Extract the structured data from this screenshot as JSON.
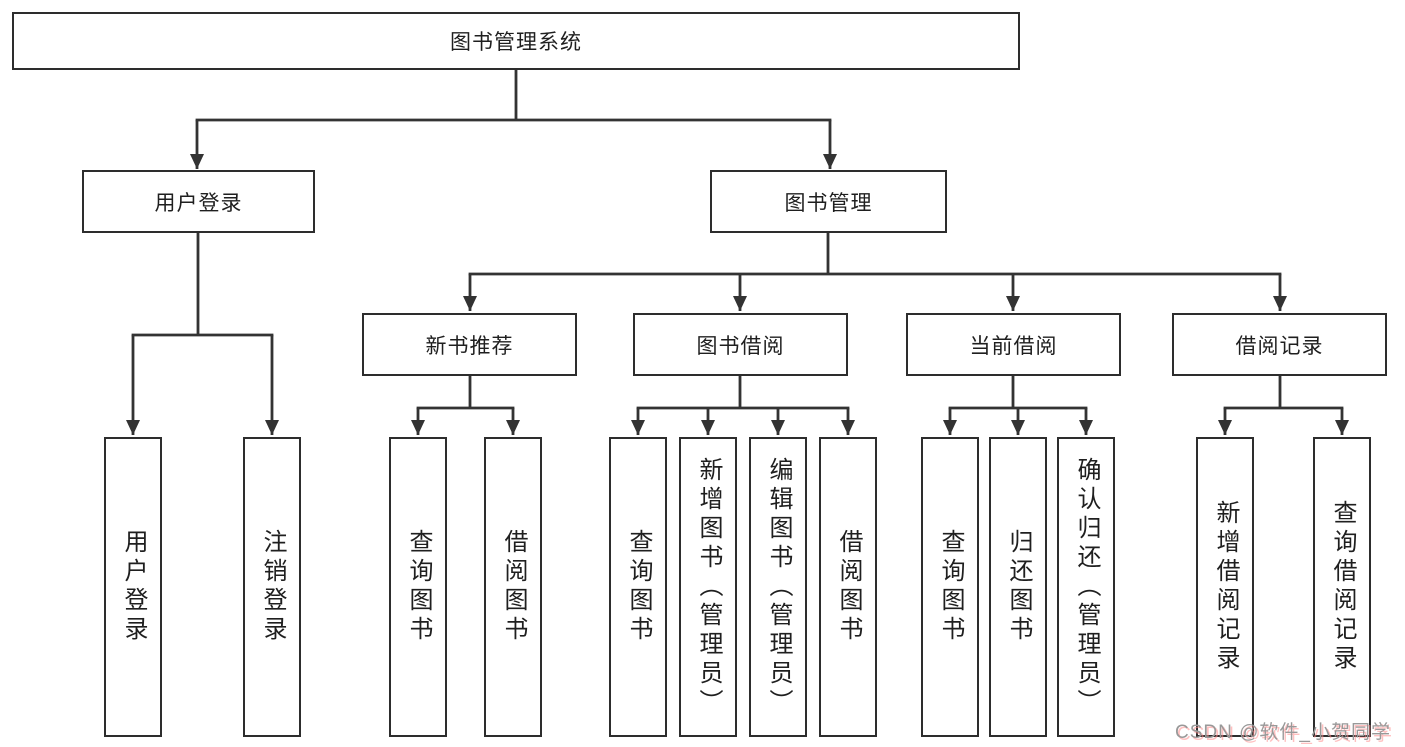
{
  "colors": {
    "line": "#333333",
    "box_border": "#2d2d2d",
    "box_fill": "#ffffff",
    "text": "#1f1f1f",
    "watermark": "#999999"
  },
  "tree": {
    "label": "图书管理系统",
    "children": [
      {
        "label": "用户登录",
        "children": [
          {
            "label": "用户登录"
          },
          {
            "label": "注销登录"
          }
        ]
      },
      {
        "label": "图书管理",
        "children": [
          {
            "label": "新书推荐",
            "children": [
              {
                "label": "查询图书"
              },
              {
                "label": "借阅图书"
              }
            ]
          },
          {
            "label": "图书借阅",
            "children": [
              {
                "label": "查询图书"
              },
              {
                "label": "新增图书（管理员）"
              },
              {
                "label": "编辑图书（管理员）"
              },
              {
                "label": "借阅图书"
              }
            ]
          },
          {
            "label": "当前借阅",
            "children": [
              {
                "label": "查询图书"
              },
              {
                "label": "归还图书"
              },
              {
                "label": "确认归还（管理员）"
              }
            ]
          },
          {
            "label": "借阅记录",
            "children": [
              {
                "label": "新增借阅记录"
              },
              {
                "label": "查询借阅记录"
              }
            ]
          }
        ]
      }
    ]
  },
  "watermark": "CSDN @软件_小贺同学"
}
